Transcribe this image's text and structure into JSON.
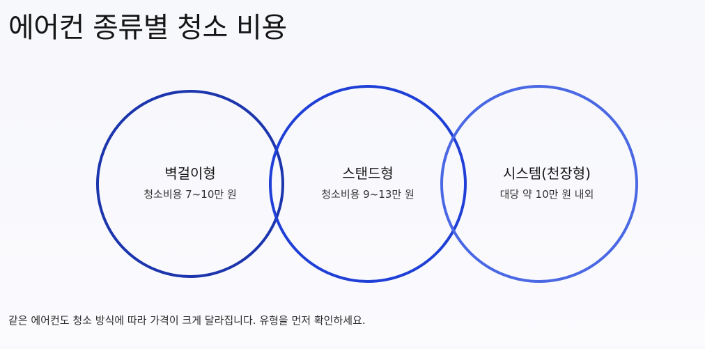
{
  "title": "에어컨 종류별 청소 비용",
  "circles": [
    {
      "name": "벽걸이형",
      "desc": "청소비용 7~10만 원",
      "color": "#1c35ad"
    },
    {
      "name": "스탠드형",
      "desc": "청소비용 9~13만 원",
      "color": "#1f3fd6"
    },
    {
      "name": "시스템(천장형)",
      "desc": "대당 약 10만 원 내외",
      "color": "#4a68e3"
    }
  ],
  "footnote": "같은 에어컨도 청소 방식에 따라 가격이 크게 달라집니다. 유형을 먼저 확인하세요."
}
